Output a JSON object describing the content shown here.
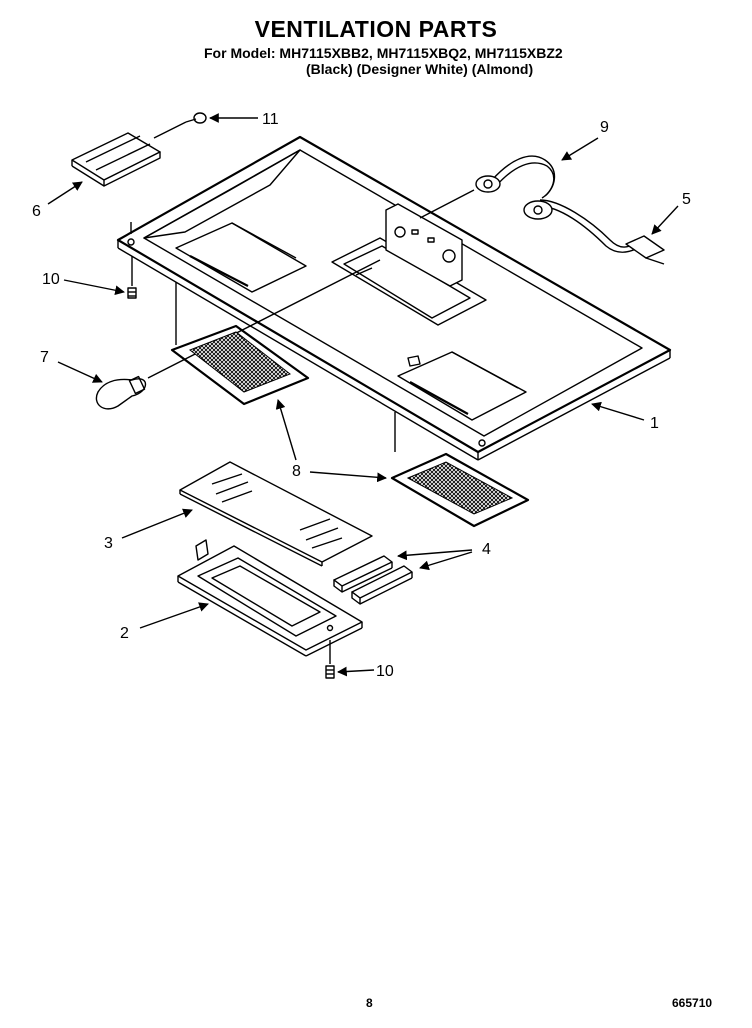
{
  "header": {
    "title": "VENTILATION PARTS",
    "models": "For Model: MH7115XBB2, MH7115XBQ2, MH7115XBZ2",
    "variants": "(Black) (Designer White) (Almond)"
  },
  "callouts": {
    "c1": "1",
    "c2": "2",
    "c3": "3",
    "c4": "4",
    "c5": "5",
    "c6": "6",
    "c7": "7",
    "c8": "8",
    "c9": "9",
    "c10a": "10",
    "c10b": "10",
    "c11": "11"
  },
  "footer": {
    "page": "8",
    "code": "665710"
  }
}
